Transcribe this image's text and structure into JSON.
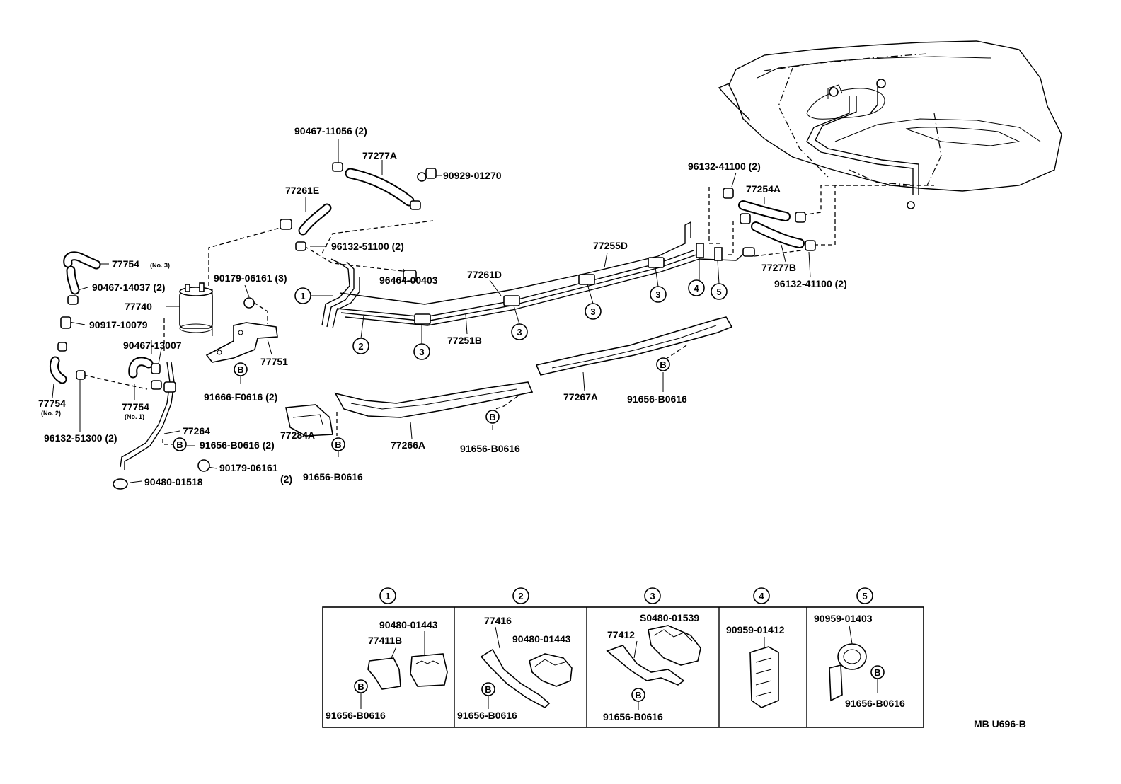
{
  "labels": {
    "p90467_11056": "90467-11056 (2)",
    "p77277A": "77277A",
    "p90929_01270": "90929-01270",
    "p77261E": "77261E",
    "p96132_51100": "96132-51100 (2)",
    "p77754_no3": "77754",
    "p77754_no3_sub": "(No. 3)",
    "p90467_14037": "90467-14037 (2)",
    "p77740": "77740",
    "p90917_10079": "90917-10079",
    "p90179_06161_3": "90179-06161 (3)",
    "p96464_00403": "96464-00403",
    "p77261D": "77261D",
    "p77255D": "77255D",
    "p96132_41100_top": "96132-41100 (2)",
    "p77254A": "77254A",
    "p77277B": "77277B",
    "p96132_41100_bot": "96132-41100 (2)",
    "p77251B": "77251B",
    "p90467_13007": "90467-13007",
    "p77751": "77751",
    "p77754_no2": "77754",
    "p77754_no2_sub": "(No. 2)",
    "p77754_no1": "77754",
    "p77754_no1_sub": "(No. 1)",
    "p91666_F0616": "91666-F0616 (2)",
    "p96132_51300": "96132-51300 (2)",
    "p77264": "77264",
    "p91656_B0616_2": "91656-B0616 (2)",
    "p90179_06161": "90179-06161",
    "p90179_06161_qty": "(2)",
    "p90480_01518": "90480-01518",
    "p77284A": "77284A",
    "p91656_B0616_a": "91656-B0616",
    "p77266A": "77266A",
    "p91656_B0616_b": "91656-B0616",
    "p77267A": "77267A",
    "p91656_B0616_c": "91656-B0616"
  },
  "markers": {
    "m1": "1",
    "m2": "2",
    "m3": "3",
    "m4": "4",
    "m5": "5",
    "b": "B"
  },
  "detail_panels": {
    "panel1": {
      "number": "1",
      "parts": [
        "90480-01443",
        "77411B",
        "91656-B0616"
      ]
    },
    "panel2": {
      "number": "2",
      "parts": [
        "77416",
        "90480-01443",
        "91656-B0616"
      ]
    },
    "panel3": {
      "number": "3",
      "parts": [
        "S0480-01539",
        "77412",
        "91656-B0616"
      ]
    },
    "panel4": {
      "number": "4",
      "parts": [
        "90959-01412"
      ]
    },
    "panel5": {
      "number": "5",
      "parts": [
        "90959-01403",
        "91656-B0616"
      ]
    }
  },
  "figure_code": "MB U696-B"
}
